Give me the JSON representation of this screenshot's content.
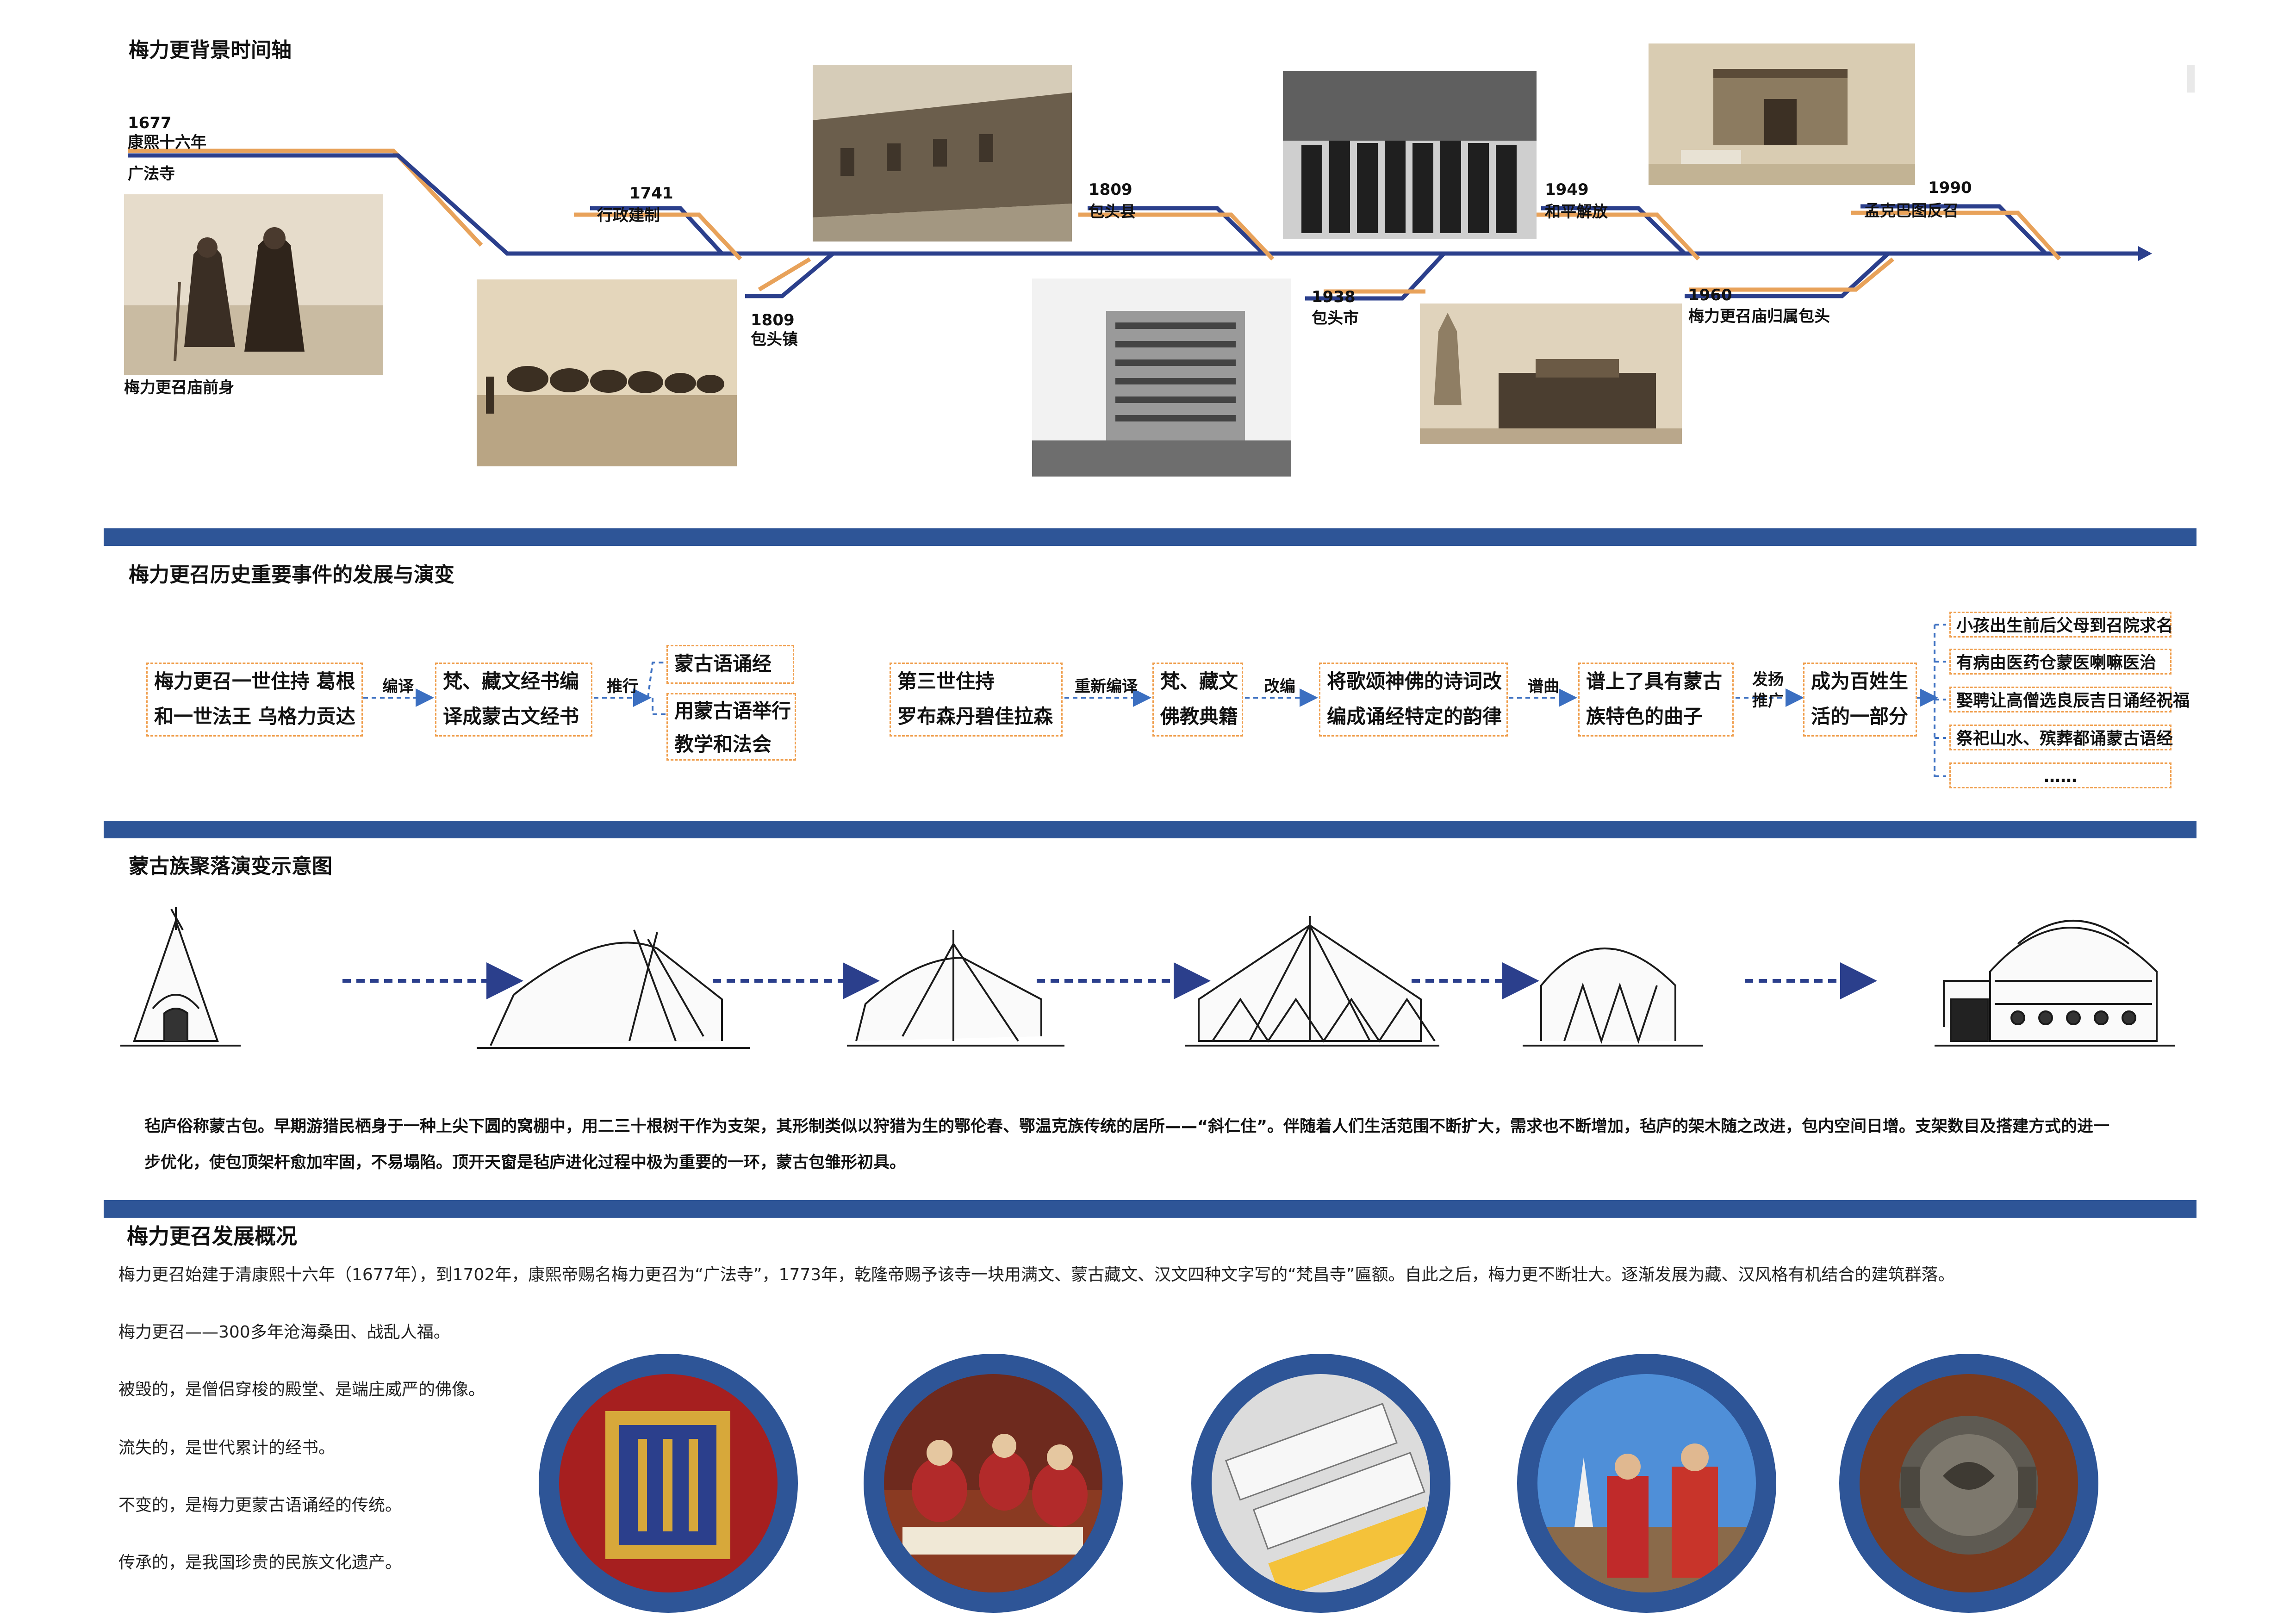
{
  "sections": {
    "timeline_title": "梅力更背景时间轴",
    "events_title": "梅力更召历史重要事件的发展与演变",
    "settlement_title": "蒙古族聚落演变示意图",
    "development_title": "梅力更召发展概况"
  },
  "timeline": {
    "start_year": "1677",
    "start_era": "康熙十六年",
    "start_name": "广法寺",
    "start_caption": "梅力更召庙前身",
    "points": [
      {
        "year": "1741",
        "label": "行政建制"
      },
      {
        "year": "1809",
        "label": "包头镇"
      },
      {
        "year": "1809",
        "label": "包头县"
      },
      {
        "year": "1938",
        "label": "包头市"
      },
      {
        "year": "1949",
        "label": "和平解放"
      },
      {
        "year": "1960",
        "label": "梅力更召庙归属包头"
      },
      {
        "year": "1990",
        "label": "孟克巴图反召"
      }
    ],
    "colors": {
      "blue": "#2b3f8c",
      "orange": "#e8a25a"
    }
  },
  "events": {
    "box1": [
      "梅力更召一世住持 葛根",
      "和一世法王 乌格力贡达"
    ],
    "conn1": "编译",
    "box2": [
      "梵、藏文经书编",
      "译成蒙古文经书"
    ],
    "conn2": "推行",
    "box3a": "蒙古语诵经",
    "box3b": [
      "用蒙古语举行",
      "教学和法会"
    ],
    "box4": [
      "第三世住持",
      "罗布森丹碧佳拉森"
    ],
    "conn3": "重新编译",
    "box5": [
      "梵、藏文",
      "佛教典籍"
    ],
    "conn4": "改编",
    "box6": [
      "将歌颂神佛的诗词改",
      "编成诵经特定的韵律"
    ],
    "conn5": "谱曲",
    "box7": [
      "谱上了具有蒙古",
      "族特色的曲子"
    ],
    "conn6": [
      "发扬",
      "推广"
    ],
    "box8": [
      "成为百姓生",
      "活的一部分"
    ],
    "list": [
      "小孩出生前后父母到召院求名",
      "有病由医药仓蒙医喇嘛医治",
      "娶聘让高僧选良辰吉日诵经祝福",
      "祭祀山水、殡葬都诵蒙古语经",
      "……"
    ]
  },
  "settlement": {
    "text_line1": "毡庐俗称蒙古包。早期游猎民栖身于一种上尖下圆的窝棚中，用二三十根树干作为支架，其形制类似以狩猎为生的鄂伦春、鄂温克族传统的居所——“斜仁住”。伴随着人们生活范围不断扩大，需求也不断增加，毡庐的架木随之改进，包内空间日增。支架数目及搭建方式的进一",
    "text_line2": "步优化，使包顶架杆愈加牢固，不易塌陷。顶开天窗是毡庐进化过程中极为重要的一环，蒙古包雏形初具。"
  },
  "development": {
    "lines": [
      "梅力更召始建于清康熙十六年（1677年），到1702年，康熙帝赐名梅力更召为“广法寺”，1773年，乾隆帝赐予该寺一块用满文、蒙古藏文、汉文四种文字写的“梵昌寺”匾额。自此之后，梅力更不断壮大。逐渐发展为藏、汉风格有机结合的建筑群落。",
      "梅力更召——300多年沧海桑田、战乱人福。",
      "被毁的，是僧侣穿梭的殿堂、是端庄威严的佛像。",
      "流失的，是世代累计的经书。",
      "不变的，是梅力更蒙古语诵经的传统。",
      "传承的，是我国珍贵的民族文化遗产。"
    ]
  },
  "colors": {
    "band": "#2e5597",
    "dash": "#f0a050",
    "arrow": "#2b3f8c"
  }
}
